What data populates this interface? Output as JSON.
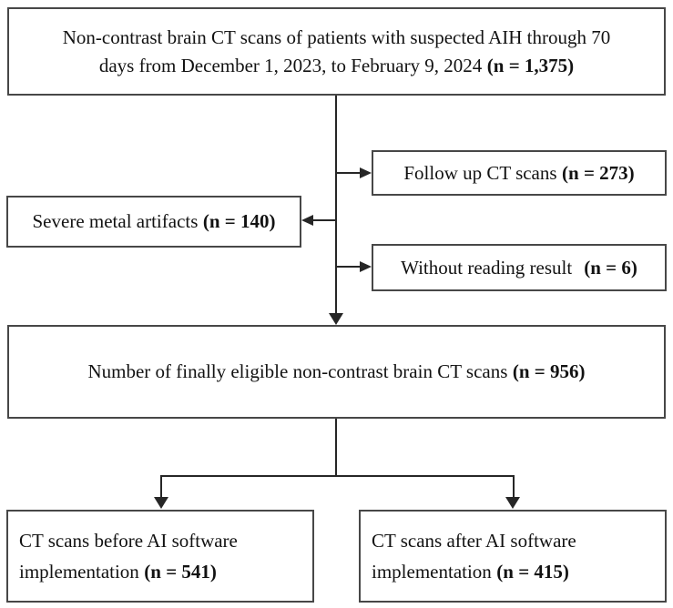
{
  "flowchart": {
    "boxes": {
      "top": {
        "line1": "Non-contrast brain CT scans of patients with suspected AIH through 70",
        "line2": "days from December 1, 2023, to February 9, 2024",
        "n": "(n = 1,375)"
      },
      "follow_up": {
        "text": "Follow up CT scans",
        "n": "(n = 273)"
      },
      "severe_metal": {
        "text": "Severe metal artifacts",
        "n": "(n = 140)"
      },
      "without_reading": {
        "text": "Without reading result",
        "n": "(n = 6)"
      },
      "eligible": {
        "text": "Number of finally eligible non-contrast brain CT scans",
        "n": "(n = 956)"
      },
      "before_ai": {
        "line1": "CT scans before AI software",
        "line2": "implementation",
        "n": "(n = 541)"
      },
      "after_ai": {
        "line1": "CT scans after AI software",
        "line2": "implementation",
        "n": "(n = 415)"
      }
    },
    "colors": {
      "background": "#ffffff",
      "box_border": "#474747",
      "line": "#262626",
      "text": "#121212"
    }
  }
}
